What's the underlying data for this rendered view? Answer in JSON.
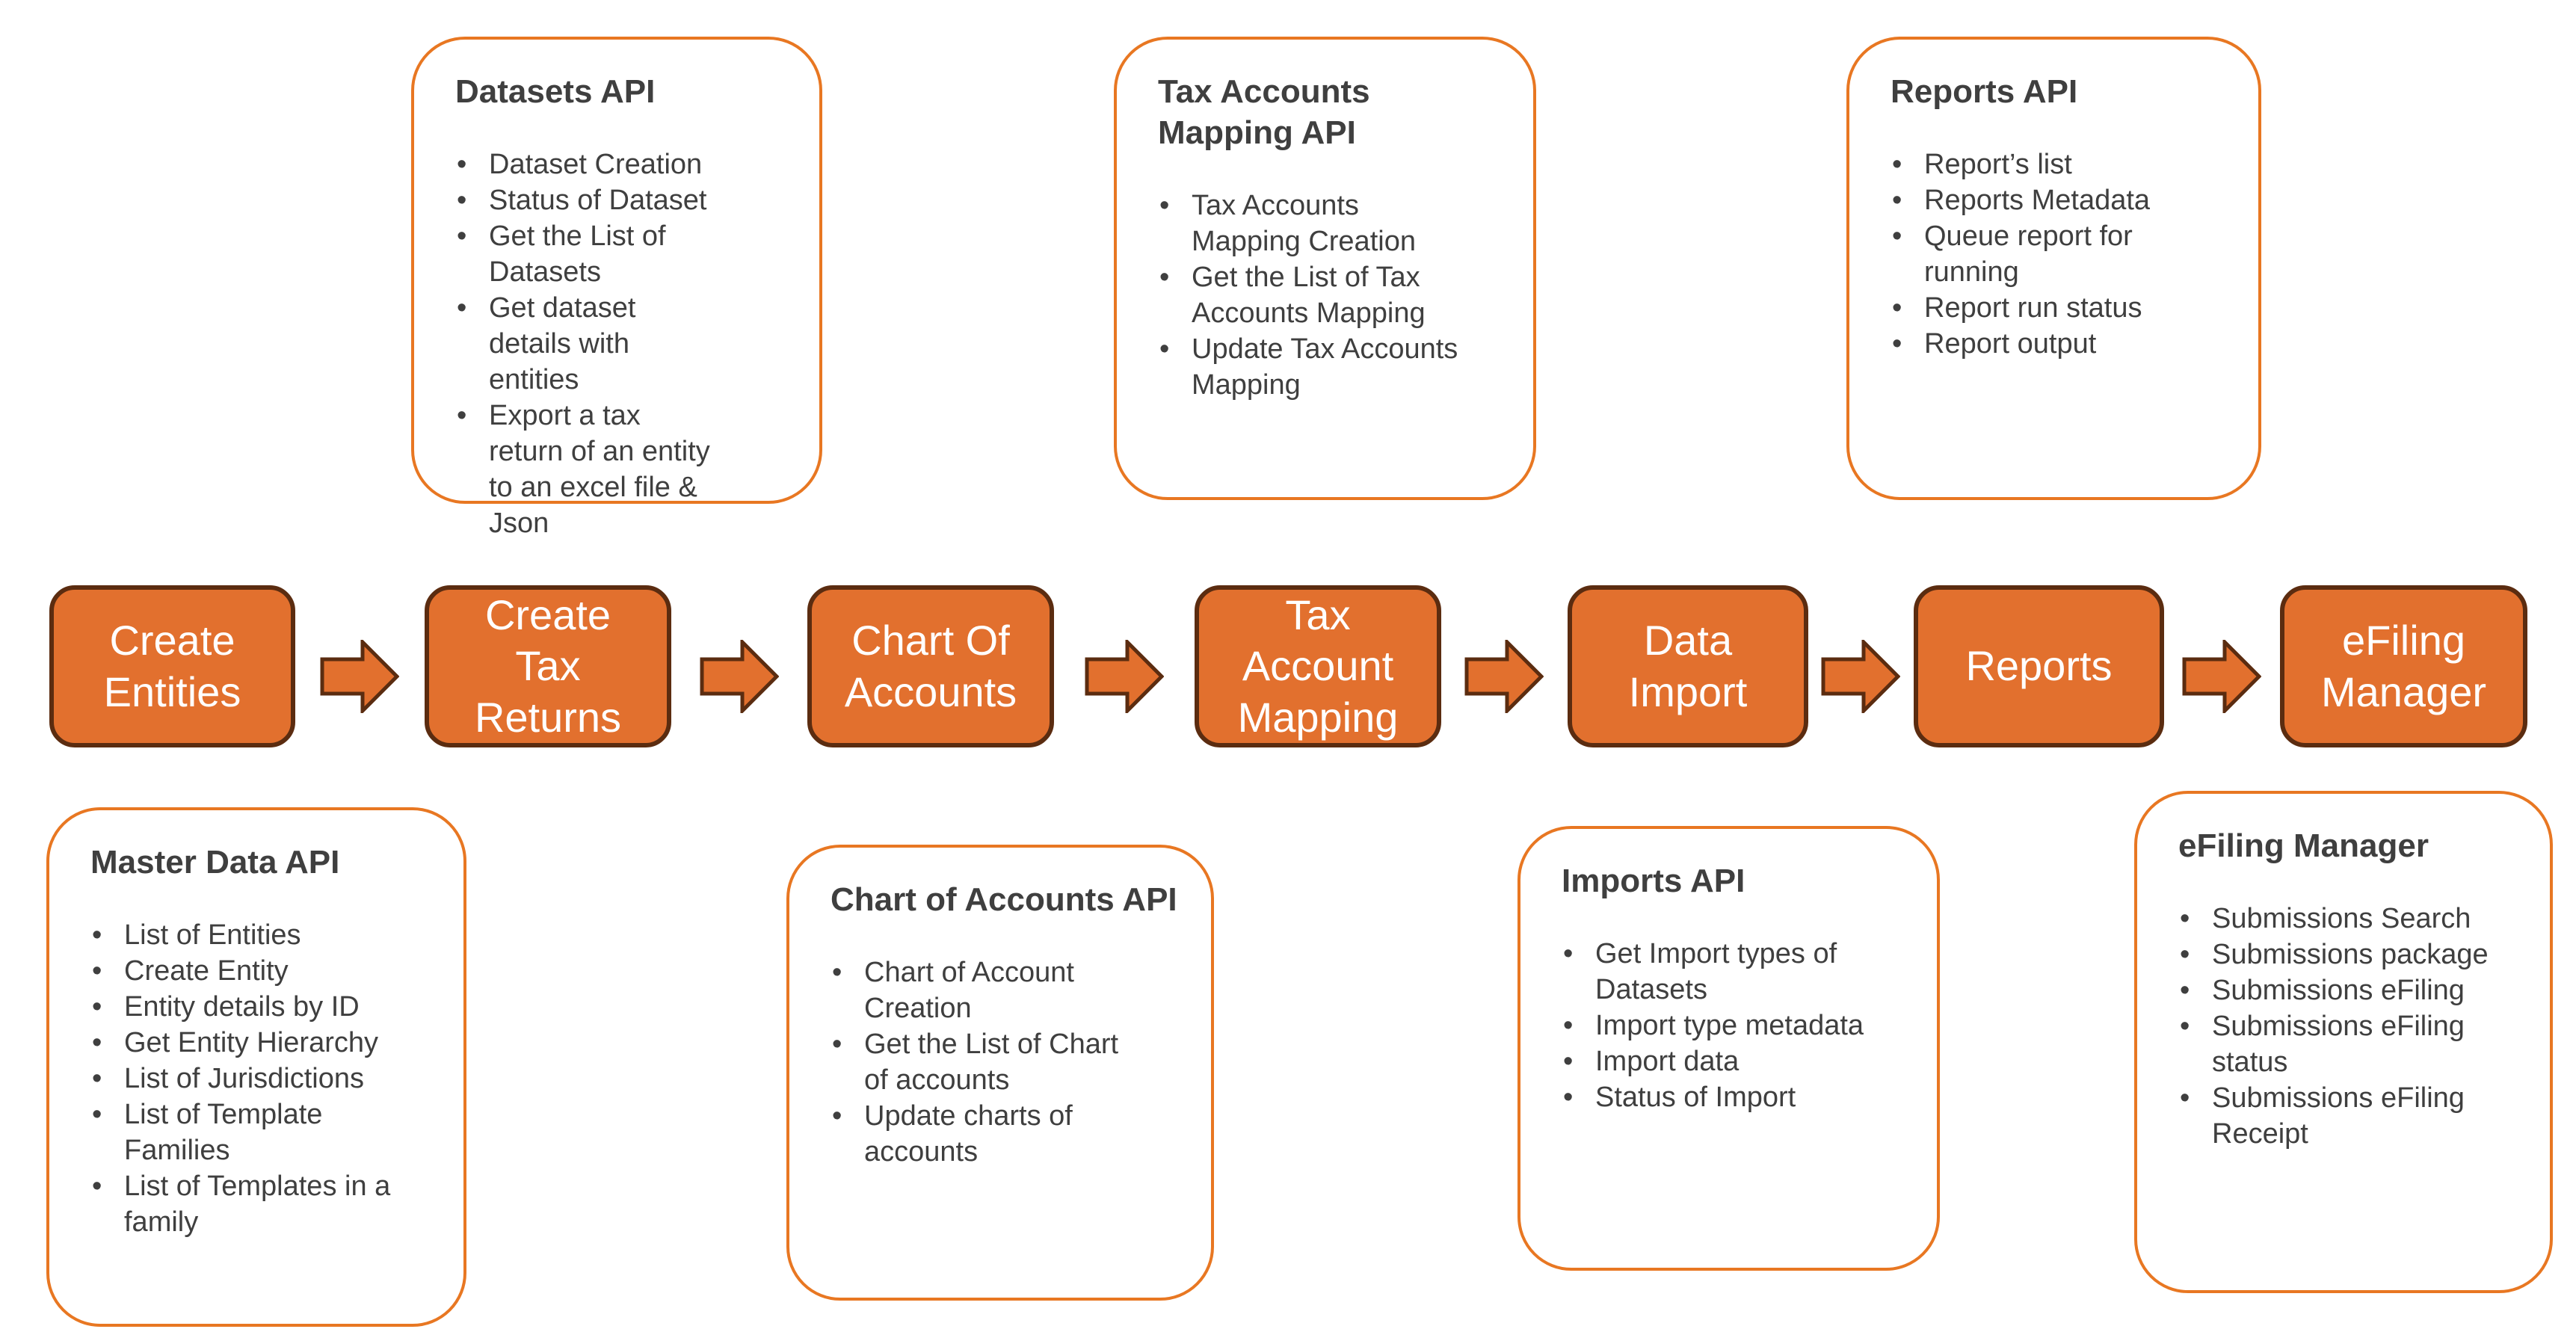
{
  "colors": {
    "background": "#FFFFFF",
    "shape_fill": "#E2702E",
    "shape_border": "#5B2C10",
    "shape_text": "#FFFFFF",
    "callout_border": "#E87722",
    "text": "#3F3F3F"
  },
  "flow": {
    "boxes": [
      {
        "label": "Create\nEntities"
      },
      {
        "label": "Create\nTax\nReturns"
      },
      {
        "label": "Chart Of\nAccounts"
      },
      {
        "label": "Tax\nAccount\nMapping"
      },
      {
        "label": "Data\nImport"
      },
      {
        "label": "Reports"
      },
      {
        "label": "eFiling\nManager"
      }
    ]
  },
  "callouts": [
    {
      "title": "Datasets API",
      "items": [
        "Dataset Creation",
        "Status of Dataset",
        "Get the List of Datasets",
        "Get dataset details with entities",
        "Export a tax return of an entity to an excel file & Json"
      ]
    },
    {
      "title": "Tax Accounts\nMapping API",
      "items": [
        "Tax Accounts Mapping Creation",
        "Get the List of Tax Accounts Mapping",
        "Update Tax Accounts Mapping"
      ]
    },
    {
      "title": "Reports API",
      "items": [
        "Report’s list",
        "Reports Metadata",
        "Queue report for running",
        "Report run status",
        "Report output"
      ]
    },
    {
      "title": "Master Data API",
      "items": [
        "List of Entities",
        "Create Entity",
        "Entity details by ID",
        "Get Entity Hierarchy",
        "List of Jurisdictions",
        "List of Template Families",
        "List of Templates in a family"
      ]
    },
    {
      "title": "Chart of Accounts API",
      "items": [
        "Chart of Account Creation",
        "Get the List of Chart of accounts",
        "Update charts of accounts"
      ]
    },
    {
      "title": "Imports API",
      "items": [
        "Get Import types of Datasets",
        "Import type metadata",
        "Import data",
        "Status of Import"
      ]
    },
    {
      "title": "eFiling Manager",
      "items": [
        "Submissions Search",
        "Submissions package",
        "Submissions eFiling",
        "Submissions eFiling status",
        "Submissions eFiling Receipt"
      ]
    }
  ]
}
